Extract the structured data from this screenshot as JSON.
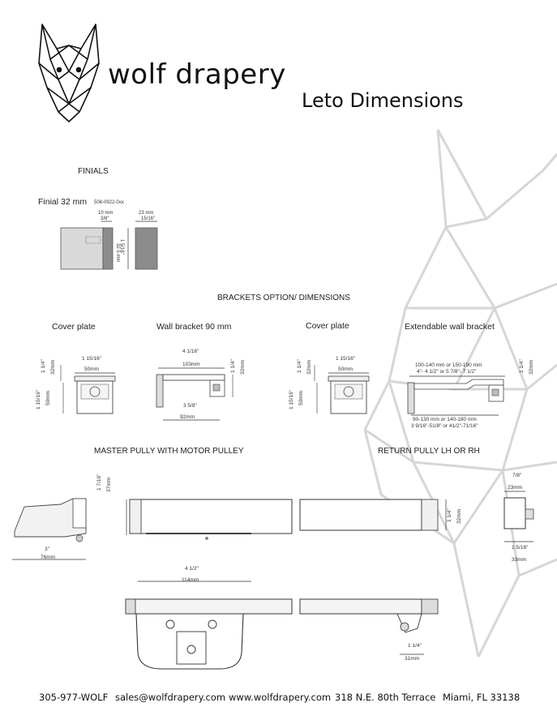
{
  "header": {
    "brand": "wolf drapery",
    "title": "Leto Dimensions"
  },
  "finials": {
    "section": "FINIALS",
    "label": "Finial 32 mm",
    "code": "508-0922-0xx",
    "dim_width_mm": "10 mm",
    "dim_width_in": "3/8\"",
    "dim_depth_mm": "23 mm",
    "dim_depth_in": "15/16\"",
    "dim_height_mm": "32.5 mm",
    "dim_height_in": "1 5/16\""
  },
  "brackets": {
    "section": "BRACKETS OPTION/ DIMENSIONS",
    "cover_plate_1": "Cover plate",
    "wall_bracket": "Wall bracket 90 mm",
    "cover_plate_2": "Cover plate",
    "extendable": "Extendable wall bracket",
    "cp_height_in": "1 1/4\"",
    "cp_height_mm": "32mm",
    "cp_width_in": "1 15/16\"",
    "cp_width_mm": "50mm",
    "cp_side_in": "1 15/16\"",
    "cp_side_mm": "50mm",
    "wb_top_in": "4 1/16\"",
    "wb_top_mm": "103mm",
    "wb_right_in": "1 1/4\"",
    "wb_right_mm": "32mm",
    "wb_bottom_in": "3 5/8\"",
    "wb_bottom_mm": "92mm",
    "ext_top_line1": "100-140 mm or 150-190 mm",
    "ext_top_line2": "4\"- 4 1/2\" or 5 7/8\"- 7 1/2\"",
    "ext_right_in": "1 1/4\"",
    "ext_right_mm": "32mm",
    "ext_bottom_line1": "90-130 mm or 140-180 mm",
    "ext_bottom_line2": "3 9/16\"-51/8\" or 41/2\"-71/16\""
  },
  "pulleys": {
    "master": "MASTER PULLY WITH MOTOR PULLEY",
    "return": "RETURN PULLY LH OR RH",
    "motor_width_in": "3\"",
    "motor_width_mm": "76mm",
    "master_height_in": "1 7/16\"",
    "master_height_mm": "37mm",
    "return_height_in": "1 1/4\"",
    "return_height_mm": "32mm",
    "endcap_top_in": "7/8\"",
    "endcap_top_mm": "23mm",
    "endcap_bottom_in": "1 5/16\"",
    "endcap_bottom_mm": "33mm",
    "bottom_width_in": "4 1/2\"",
    "bottom_width_mm": "114mm",
    "bottom_right_in": "1 1/4\"",
    "bottom_right_mm": "31mm"
  },
  "footer": {
    "phone": "305-977-WOLF",
    "email": "sales@wolfdrapery.com",
    "website": "www.wolfdrapery.com",
    "address": "318 N.E. 80th Terrace",
    "city": "Miami, FL 33138"
  },
  "colors": {
    "ink": "#222222",
    "watermark": "#d6d6d6",
    "profile_gray": "#d9d9d9",
    "profile_dark": "#8c8c8c"
  }
}
